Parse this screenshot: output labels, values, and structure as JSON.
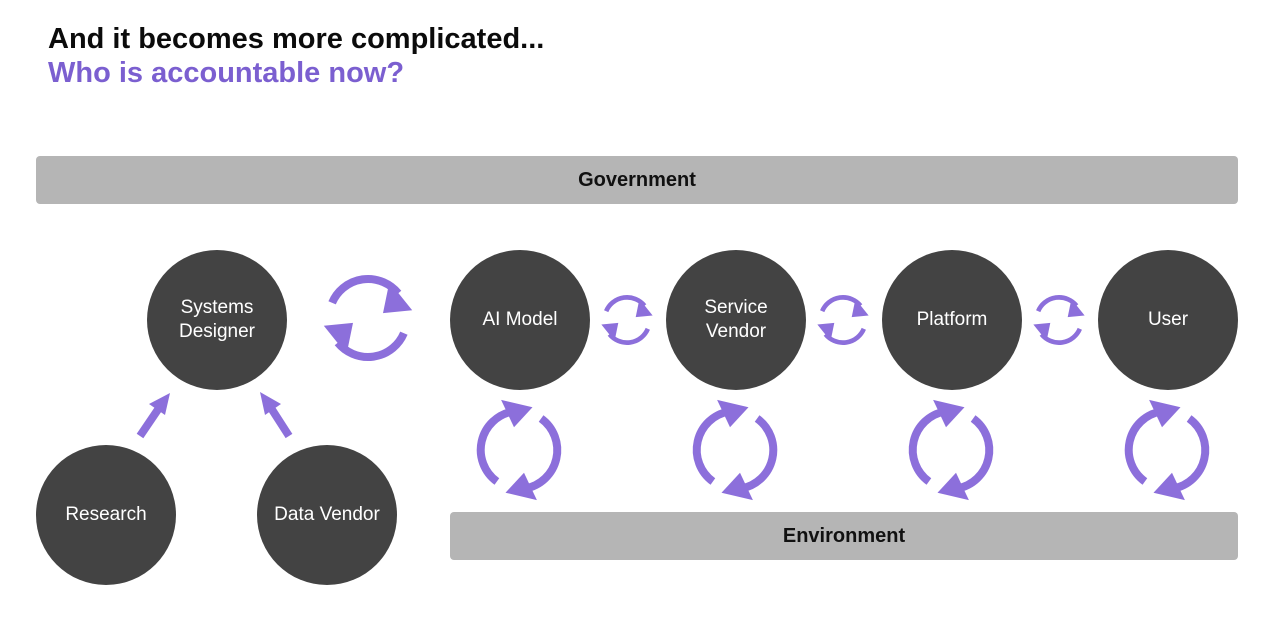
{
  "header": {
    "title": "And it becomes more complicated...",
    "subtitle": "Who is accountable now?"
  },
  "bars": {
    "top": "Government",
    "bottom": "Environment"
  },
  "nodes": {
    "systems_designer": "Systems Designer",
    "research": "Research",
    "data_vendor": "Data Vendor",
    "ai_model": "AI Model",
    "service_vendor": "Service Vendor",
    "platform": "Platform",
    "user": "User"
  },
  "colors": {
    "accent": "#8c6fdb",
    "node_fill": "#434343",
    "bar_fill": "#b5b5b5",
    "subtitle": "#7b5fd0"
  }
}
